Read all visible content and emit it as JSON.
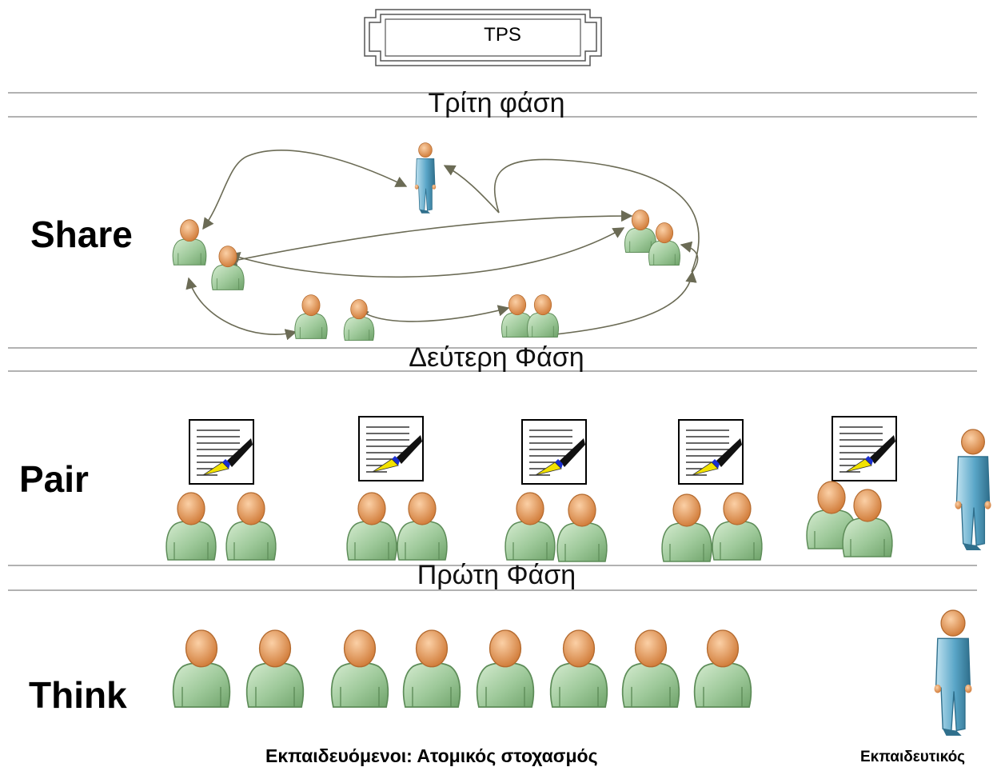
{
  "title": "TPS",
  "phases": {
    "third": "Τρίτη φάση",
    "second": "Δεύτερη Φάση",
    "first": "Πρώτη Φάση"
  },
  "stages": {
    "share": "Share",
    "pair": "Pair",
    "think": "Think"
  },
  "captions": {
    "learners": "Εκπαιδευόμενοι: Ατομικός στοχασμός",
    "teacher": "Εκπαιδευτικός"
  },
  "colors": {
    "student_body": "#9ec99a",
    "student_head": "#e8a060",
    "teacher_body": "#5aa6c8",
    "arrow": "#6b6b55",
    "rule": "#999999",
    "pen_nib": "#f2e200",
    "pen_band": "#1a2fd0"
  },
  "icons": [
    "person-icon",
    "teacher-icon",
    "document-pen-icon",
    "arrow-icon"
  ]
}
